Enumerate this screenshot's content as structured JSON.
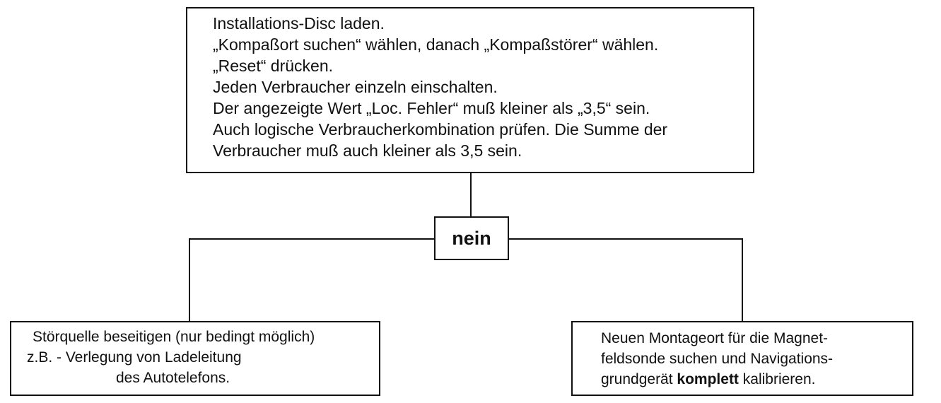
{
  "flowchart": {
    "instruction_box": {
      "lines": [
        "Installations-Disc laden.",
        "„Kompaßort suchen“ wählen, danach „Kompaßstörer“ wählen.",
        "„Reset“ drücken.",
        "Jeden Verbraucher einzeln einschalten.",
        "Der angezeigte Wert „Loc. Fehler“ muß kleiner als „3,5“ sein.",
        "Auch logische Verbraucherkombination prüfen. Die Summe der",
        "Verbraucher muß auch kleiner als 3,5 sein."
      ]
    },
    "decision": {
      "label": "nein"
    },
    "left_box": {
      "lines": [
        "Störquelle beseitigen (nur bedingt möglich)",
        "z.B. - Verlegung von Ladeleitung",
        "des Autotelefons."
      ]
    },
    "right_box": {
      "line1": "Neuen Montageort für die Magnet-",
      "line2": "feldsonde suchen und Navigations-",
      "line3_pre": "grundgerät ",
      "line3_bold": "komplett",
      "line3_post": " kalibrieren."
    }
  }
}
